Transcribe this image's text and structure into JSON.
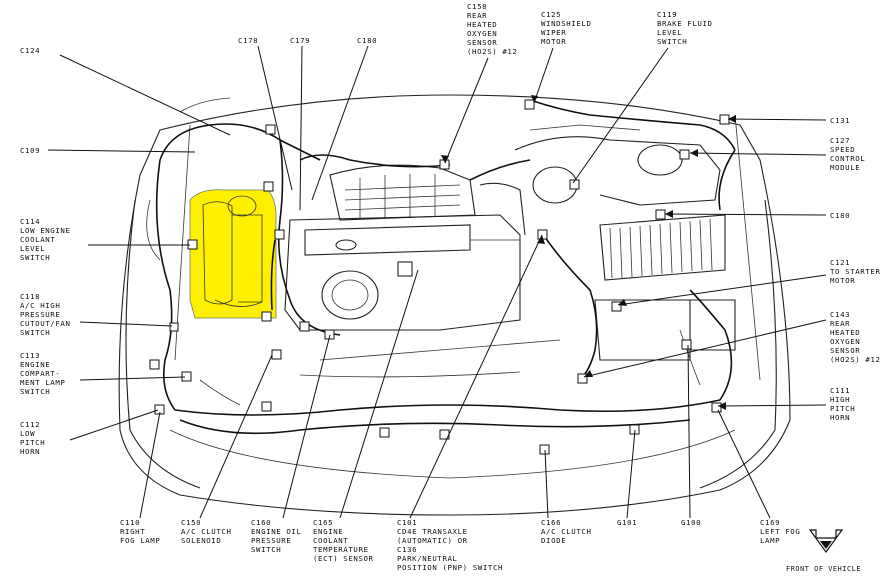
{
  "labels": {
    "c124": "C124",
    "c109": "C109",
    "c114": "C114\nLOW ENGINE\nCOOLANT\nLEVEL\nSWITCH",
    "c118": "C118\nA/C HIGH\nPRESSURE\nCUTOUT/FAN\nSWITCH",
    "c113": "C113\nENGINE\nCOMPART-\nMENT LAMP\nSWITCH",
    "c112": "C112\nLOW\nPITCH\nHORN",
    "c178": "C178",
    "c179": "C179",
    "c180a": "C180",
    "c158": "C158\nREAR\nHEATED\nOXYGEN\nSENSOR\n(HO2S) #12",
    "c125": "C125\nWINDSHIELD\nWIPER\nMOTOR",
    "c119": "C119\nBRAKE FLUID\nLEVEL\nSWITCH",
    "c131": "C131",
    "c127": "C127\nSPEED\nCONTROL\nMODULE",
    "c180b": "C180",
    "c121": "C121\nTO STARTER\nMOTOR",
    "c143": "C143\nREAR\nHEATED\nOXYGEN\nSENSOR\n(HO2S) #12",
    "c111": "C111\nHIGH\nPITCH\nHORN",
    "c110": "C110\nRIGHT\nFOG LAMP",
    "c150": "C150\nA/C CLUTCH\nSOLENOID",
    "c160": "C160\nENGINE OIL\nPRESSURE\nSWITCH",
    "c165": "C165\nENGINE\nCOOLANT\nTEMPERATURE\n(ECT) SENSOR",
    "c101": "C101\nCD4E TRANSAXLE\n(AUTOMATIC) OR\nC136\nPARK/NEUTRAL\nPOSITION (PNP) SWITCH",
    "c166": "C166\nA/C CLUTCH\nDIODE",
    "g101": "G101",
    "g100": "G100",
    "c169": "C169\nLEFT FOG\nLAMP",
    "front": "FRONT OF VEHICLE"
  },
  "colors": {
    "highlight": "#fff000",
    "line": "#111111"
  },
  "icons": {
    "front": "front-of-vehicle-arrow-icon"
  }
}
